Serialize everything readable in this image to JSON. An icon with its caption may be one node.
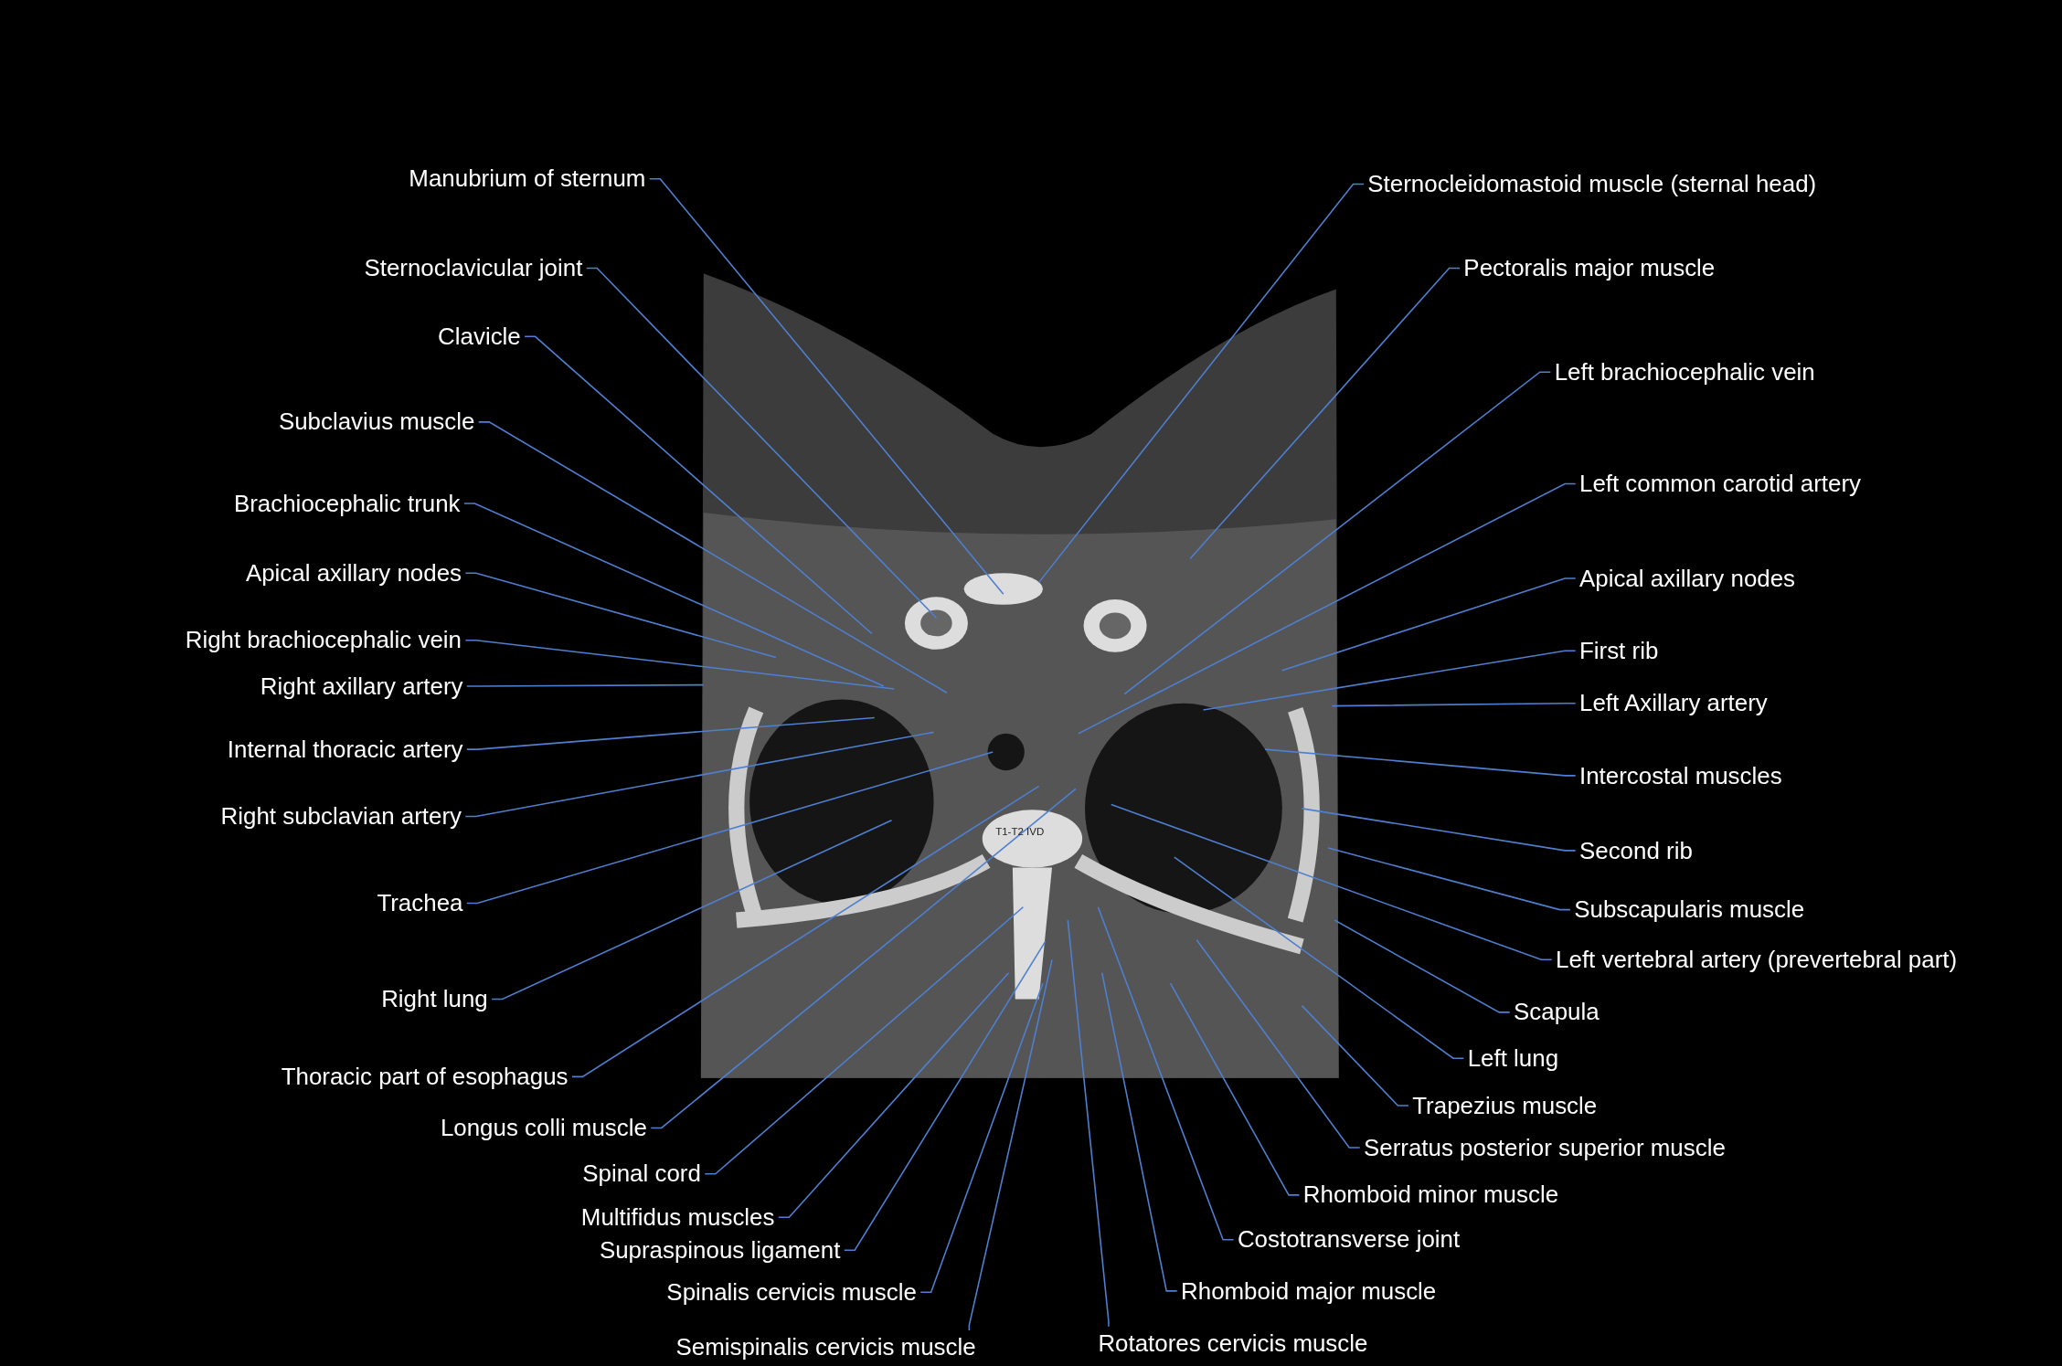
{
  "diagram": {
    "nodes": [
      {
        "text": [
          "Manubrium of sternum"
        ]
      },
      {
        "text": [
          "Sternoclavicular joint"
        ]
      },
      {
        "text": [
          "Clavicle"
        ]
      },
      {
        "text": [
          "Subclavius muscle"
        ]
      },
      {
        "text": [
          "Brachiocephalic trunk"
        ]
      },
      {
        "text": [
          "Apical axillary nodes"
        ]
      },
      {
        "text": [
          "Right brachiocephalic vein"
        ]
      },
      {
        "text": [
          "Right axillary artery"
        ]
      },
      {
        "text": [
          "Internal thoracic artery"
        ]
      },
      {
        "text": [
          "Right subclavian artery"
        ]
      },
      {
        "text": [
          "Trachea"
        ]
      },
      {
        "text": [
          "Right lung"
        ]
      },
      {
        "text": [
          "Thoracic part of esophagus"
        ]
      },
      {
        "text": [
          "Longus colli muscle"
        ]
      },
      {
        "text": [
          "Spinal cord"
        ]
      },
      {
        "text": [
          "Multifidus muscles"
        ]
      },
      {
        "text": [
          "Supraspinous ligament"
        ]
      },
      {
        "text": [
          "Spinalis cervicis muscle"
        ]
      },
      {
        "text": [
          "Semispinalis cervicis muscle"
        ]
      },
      {
        "text": [
          "Rotatores cervicis muscle"
        ]
      },
      {
        "text": [
          "Sternocleidomastoid muscle (sternal head)"
        ]
      },
      {
        "text": [
          "Pectoralis major muscle"
        ]
      },
      {
        "text": [
          "Left brachiocephalic vein"
        ]
      },
      {
        "text": [
          "Left common carotid artery"
        ]
      },
      {
        "text": [
          "Apical axillary nodes"
        ]
      },
      {
        "text": [
          "First rib"
        ]
      },
      {
        "text": [
          "Left Axillary artery"
        ]
      },
      {
        "text": [
          "Intercostal muscles"
        ]
      },
      {
        "text": [
          "Second rib"
        ]
      },
      {
        "text": [
          "Subscapularis muscle"
        ]
      },
      {
        "text": [
          "Left vertebral artery (prevertebral part)"
        ]
      },
      {
        "text": [
          "Scapula"
        ]
      },
      {
        "text": [
          "Left lung"
        ]
      },
      {
        "text": [
          "Trapezius muscle"
        ]
      },
      {
        "text": [
          "Serratus posterior superior muscle"
        ]
      },
      {
        "text": [
          "Rhomboid minor muscle"
        ]
      },
      {
        "text": [
          "Costotransverse joint"
        ]
      },
      {
        "text": [
          "Rhomboid major muscle"
        ]
      }
    ],
    "edges": [
      {
        "from": 0,
        "to": null,
        "arrow": "none"
      },
      {
        "from": 1,
        "to": null,
        "arrow": "none"
      },
      {
        "from": 2,
        "to": null,
        "arrow": "none"
      },
      {
        "from": 3,
        "to": null,
        "arrow": "none"
      },
      {
        "from": 4,
        "to": null,
        "arrow": "none"
      },
      {
        "from": 5,
        "to": null,
        "arrow": "none"
      },
      {
        "from": 6,
        "to": null,
        "arrow": "none"
      },
      {
        "from": 7,
        "to": null,
        "arrow": "none"
      },
      {
        "from": 8,
        "to": null,
        "arrow": "none"
      },
      {
        "from": 9,
        "to": null,
        "arrow": "none"
      },
      {
        "from": 10,
        "to": null,
        "arrow": "none"
      },
      {
        "from": 11,
        "to": null,
        "arrow": "none"
      },
      {
        "from": 12,
        "to": null,
        "arrow": "none"
      },
      {
        "from": 13,
        "to": null,
        "arrow": "none"
      },
      {
        "from": 14,
        "to": null,
        "arrow": "none"
      },
      {
        "from": 15,
        "to": null,
        "arrow": "none"
      },
      {
        "from": 16,
        "to": null,
        "arrow": "none"
      },
      {
        "from": 17,
        "to": null,
        "arrow": "none"
      },
      {
        "from": 18,
        "to": null,
        "arrow": "none"
      },
      {
        "from": 19,
        "to": null,
        "arrow": "none"
      },
      {
        "from": 20,
        "to": null,
        "arrow": "none"
      },
      {
        "from": 21,
        "to": null,
        "arrow": "none"
      },
      {
        "from": 22,
        "to": null,
        "arrow": "none"
      },
      {
        "from": 23,
        "to": null,
        "arrow": "none"
      },
      {
        "from": 24,
        "to": null,
        "arrow": "none"
      },
      {
        "from": 25,
        "to": null,
        "arrow": "none"
      },
      {
        "from": 26,
        "to": null,
        "arrow": "none"
      },
      {
        "from": 27,
        "to": null,
        "arrow": "none"
      },
      {
        "from": 28,
        "to": null,
        "arrow": "none"
      },
      {
        "from": 29,
        "to": null,
        "arrow": "none"
      },
      {
        "from": 30,
        "to": null,
        "arrow": "none"
      },
      {
        "from": 31,
        "to": null,
        "arrow": "none"
      },
      {
        "from": 32,
        "to": null,
        "arrow": "none"
      },
      {
        "from": 33,
        "to": null,
        "arrow": "none"
      },
      {
        "from": 34,
        "to": null,
        "arrow": "none"
      },
      {
        "from": 35,
        "to": null,
        "arrow": "none"
      },
      {
        "from": 36,
        "to": null,
        "arrow": "none"
      },
      {
        "from": 37,
        "to": null,
        "arrow": "none"
      }
    ],
    "labels": [
      "T1-T2 IVD"
    ]
  }
}
